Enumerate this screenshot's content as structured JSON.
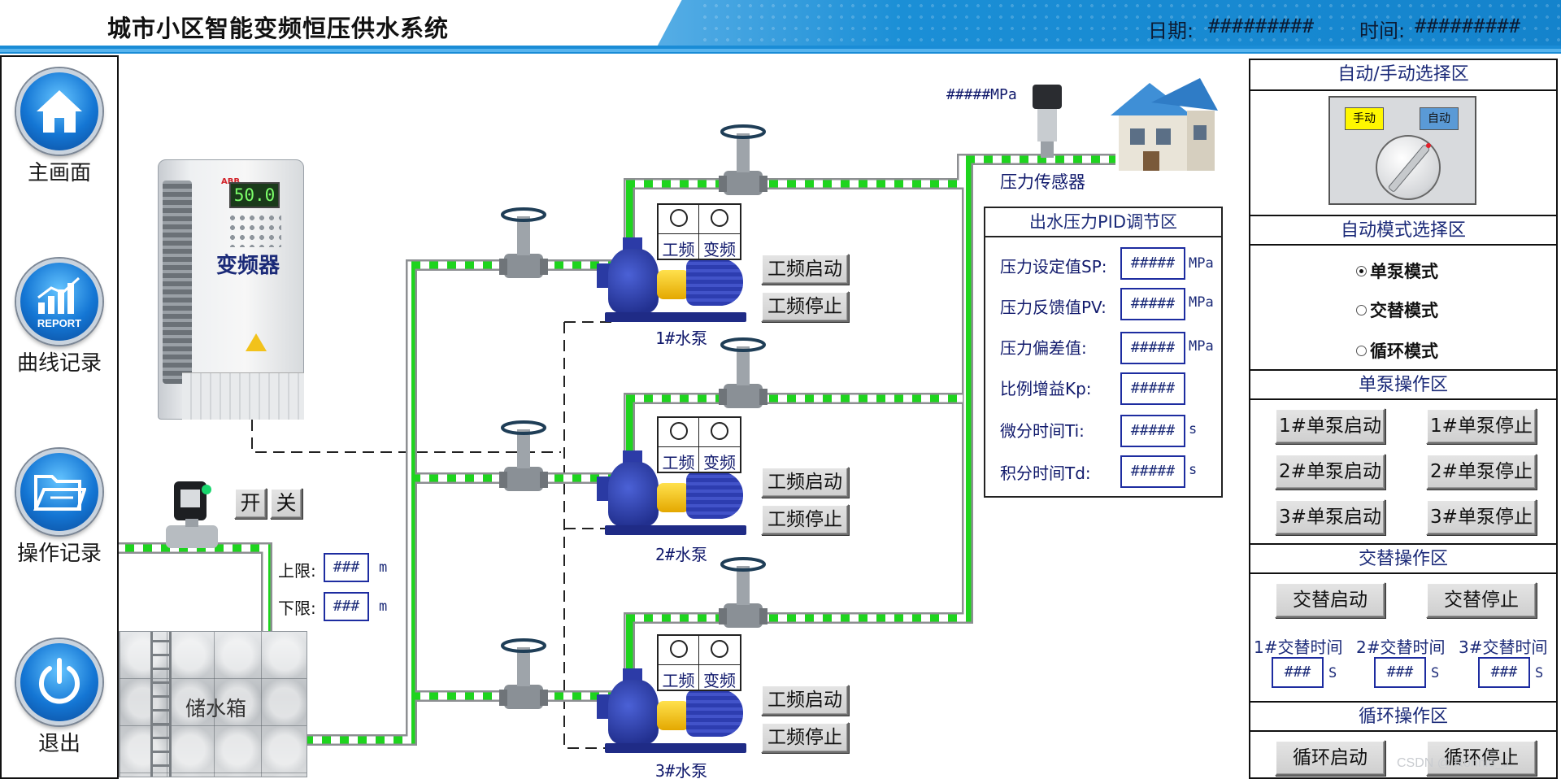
{
  "header": {
    "title": "城市小区智能变频恒压供水系统",
    "date_label": "日期:",
    "date_value": "#########",
    "time_label": "时间:",
    "time_value": "#########"
  },
  "nav": {
    "items": [
      {
        "label": "主画面",
        "icon": "home-icon"
      },
      {
        "label": "曲线记录",
        "icon": "report-icon",
        "badge": "REPORT"
      },
      {
        "label": "操作记录",
        "icon": "folder-icon"
      },
      {
        "label": "退出",
        "icon": "power-icon"
      }
    ]
  },
  "inverter": {
    "label": "变频器",
    "display": "50.0",
    "brand": "ABB"
  },
  "valve": {
    "open_label": "开",
    "close_label": "关"
  },
  "tank": {
    "label": "储水箱",
    "upper_label": "上限:",
    "upper_value": "###",
    "lower_label": "下限:",
    "lower_value": "###",
    "unit": "m"
  },
  "pumps": [
    {
      "label": "1#水泵",
      "freq_label": "工频",
      "var_label": "变频",
      "start_label": "工频启动",
      "stop_label": "工频停止"
    },
    {
      "label": "2#水泵",
      "freq_label": "工频",
      "var_label": "变频",
      "start_label": "工频启动",
      "stop_label": "工频停止"
    },
    {
      "label": "3#水泵",
      "freq_label": "工频",
      "var_label": "变频",
      "start_label": "工频启动",
      "stop_label": "工频停止"
    }
  ],
  "sensor": {
    "label": "压力传感器",
    "readout": "#####MPa"
  },
  "pid": {
    "title": "出水压力PID调节区",
    "rows": [
      {
        "label": "压力设定值SP:",
        "value": "#####",
        "unit": "MPa"
      },
      {
        "label": "压力反馈值PV:",
        "value": "#####",
        "unit": "MPa"
      },
      {
        "label": "压力偏差值:",
        "value": "#####",
        "unit": "MPa"
      },
      {
        "label": "比例增益Kp:",
        "value": "#####",
        "unit": ""
      },
      {
        "label": "微分时间Ti:",
        "value": "#####",
        "unit": "s"
      },
      {
        "label": "积分时间Td:",
        "value": "#####",
        "unit": "s"
      }
    ]
  },
  "right": {
    "auto_manual_title": "自动/手动选择区",
    "manual_label": "手动",
    "auto_label": "自动",
    "mode_title": "自动模式选择区",
    "modes": [
      {
        "label": "单泵模式",
        "selected": true
      },
      {
        "label": "交替模式",
        "selected": false
      },
      {
        "label": "循环模式",
        "selected": false
      }
    ],
    "single_title": "单泵操作区",
    "single_buttons": [
      "1#单泵启动",
      "1#单泵停止",
      "2#单泵启动",
      "2#单泵停止",
      "3#单泵启动",
      "3#单泵停止"
    ],
    "alt_title": "交替操作区",
    "alt_start": "交替启动",
    "alt_stop": "交替停止",
    "alt_times": [
      {
        "label": "1#交替时间",
        "value": "###",
        "unit": "S"
      },
      {
        "label": "2#交替时间",
        "value": "###",
        "unit": "S"
      },
      {
        "label": "3#交替时间",
        "value": "###",
        "unit": "S"
      }
    ],
    "cycle_title": "循环操作区",
    "cycle_start": "循环启动",
    "cycle_stop": "循环停止"
  },
  "watermark": "CSDN @ Ronnie_J."
}
